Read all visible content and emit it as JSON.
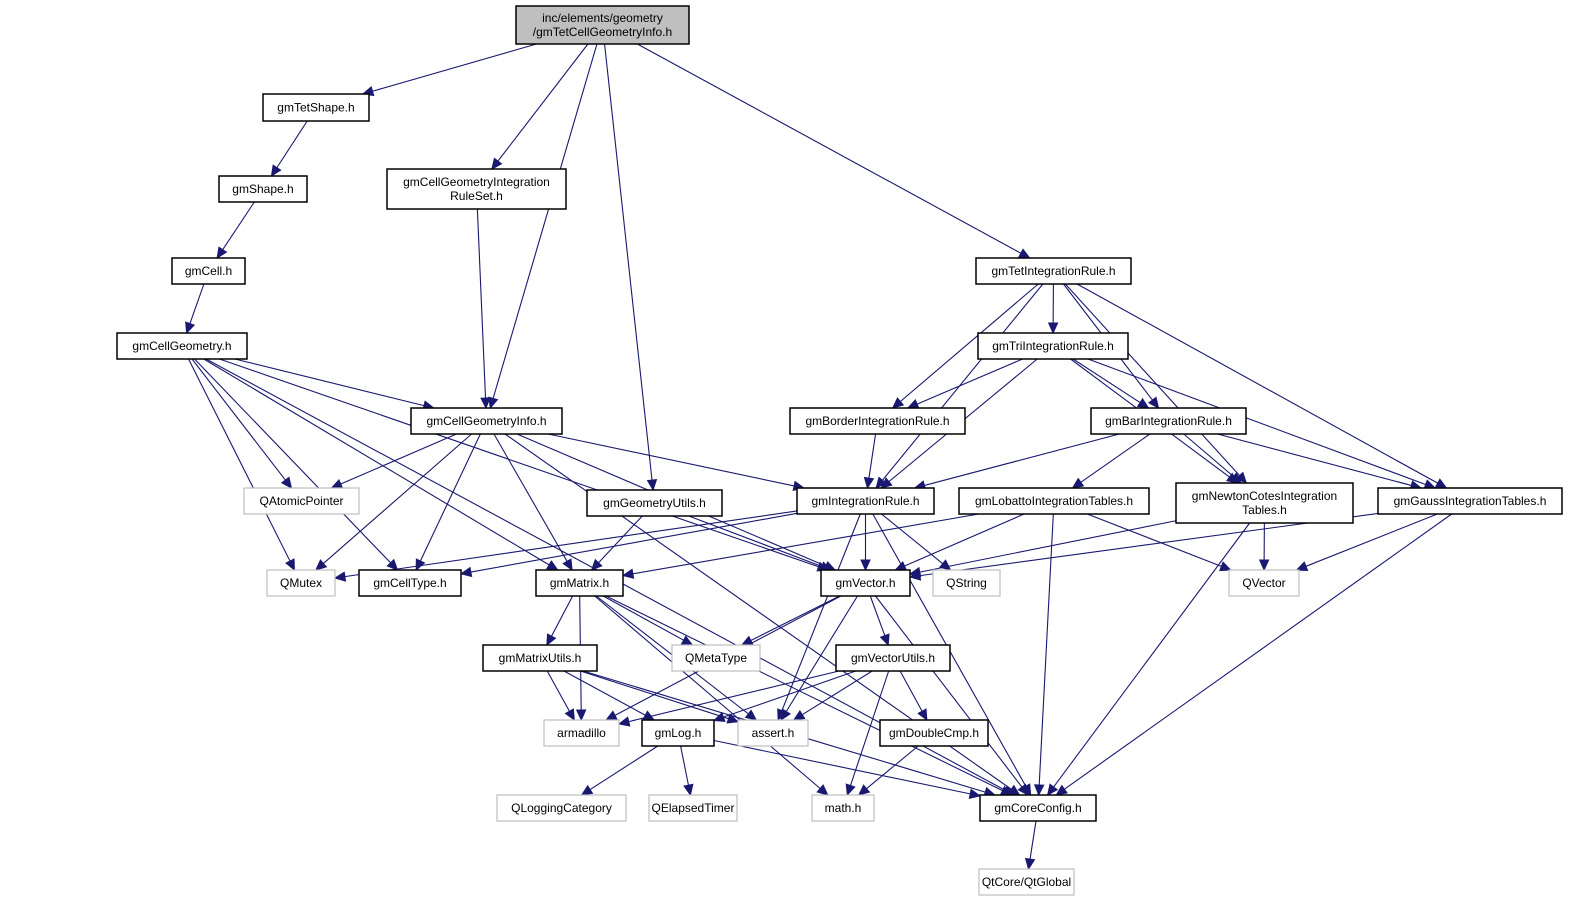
{
  "diagram": {
    "title": "Include dependency graph for gmTetCellGeometryInfo.h",
    "colors": {
      "edge": "#191970",
      "root_fill": "#bfbfbf",
      "node_border": "#000000",
      "external_border": "#bfbfbf",
      "background": "#ffffff"
    },
    "nodes": [
      {
        "id": "root",
        "lines": [
          "inc/elements/geometry",
          "/gmTetCellGeometryInfo.h"
        ],
        "kind": "root"
      },
      {
        "id": "tetshape",
        "lines": [
          "gmTetShape.h"
        ],
        "kind": "file"
      },
      {
        "id": "cgirs",
        "lines": [
          "gmCellGeometryIntegration",
          "RuleSet.h"
        ],
        "kind": "file"
      },
      {
        "id": "shape",
        "lines": [
          "gmShape.h"
        ],
        "kind": "file"
      },
      {
        "id": "cell",
        "lines": [
          "gmCell.h"
        ],
        "kind": "file"
      },
      {
        "id": "cellgeom",
        "lines": [
          "gmCellGeometry.h"
        ],
        "kind": "file"
      },
      {
        "id": "cgi",
        "lines": [
          "gmCellGeometryInfo.h"
        ],
        "kind": "file"
      },
      {
        "id": "qatomic",
        "lines": [
          "QAtomicPointer"
        ],
        "kind": "external"
      },
      {
        "id": "geomutils",
        "lines": [
          "gmGeometryUtils.h"
        ],
        "kind": "file"
      },
      {
        "id": "intrule",
        "lines": [
          "gmIntegrationRule.h"
        ],
        "kind": "file"
      },
      {
        "id": "lobatto",
        "lines": [
          "gmLobattoIntegrationTables.h"
        ],
        "kind": "file"
      },
      {
        "id": "newton",
        "lines": [
          "gmNewtonCotesIntegration",
          "Tables.h"
        ],
        "kind": "file"
      },
      {
        "id": "gauss",
        "lines": [
          "gmGaussIntegrationTables.h"
        ],
        "kind": "file"
      },
      {
        "id": "tetint",
        "lines": [
          "gmTetIntegrationRule.h"
        ],
        "kind": "file"
      },
      {
        "id": "triint",
        "lines": [
          "gmTriIntegrationRule.h"
        ],
        "kind": "file"
      },
      {
        "id": "borderint",
        "lines": [
          "gmBorderIntegrationRule.h"
        ],
        "kind": "file"
      },
      {
        "id": "barint",
        "lines": [
          "gmBarIntegrationRule.h"
        ],
        "kind": "file"
      },
      {
        "id": "qmutex",
        "lines": [
          "QMutex"
        ],
        "kind": "external"
      },
      {
        "id": "celltype",
        "lines": [
          "gmCellType.h"
        ],
        "kind": "file"
      },
      {
        "id": "matrix",
        "lines": [
          "gmMatrix.h"
        ],
        "kind": "file"
      },
      {
        "id": "vector",
        "lines": [
          "gmVector.h"
        ],
        "kind": "file"
      },
      {
        "id": "qstring",
        "lines": [
          "QString"
        ],
        "kind": "external"
      },
      {
        "id": "qvector",
        "lines": [
          "QVector"
        ],
        "kind": "external"
      },
      {
        "id": "matutils",
        "lines": [
          "gmMatrixUtils.h"
        ],
        "kind": "file"
      },
      {
        "id": "qmeta",
        "lines": [
          "QMetaType"
        ],
        "kind": "external"
      },
      {
        "id": "vecutils",
        "lines": [
          "gmVectorUtils.h"
        ],
        "kind": "file"
      },
      {
        "id": "armadillo",
        "lines": [
          "armadillo"
        ],
        "kind": "external"
      },
      {
        "id": "log",
        "lines": [
          "gmLog.h"
        ],
        "kind": "file"
      },
      {
        "id": "assert",
        "lines": [
          "assert.h"
        ],
        "kind": "external"
      },
      {
        "id": "dcmp",
        "lines": [
          "gmDoubleCmp.h"
        ],
        "kind": "file"
      },
      {
        "id": "qlogcat",
        "lines": [
          "QLoggingCategory"
        ],
        "kind": "external"
      },
      {
        "id": "qelapsed",
        "lines": [
          "QElapsedTimer"
        ],
        "kind": "external"
      },
      {
        "id": "math",
        "lines": [
          "math.h"
        ],
        "kind": "external"
      },
      {
        "id": "coreconfig",
        "lines": [
          "gmCoreConfig.h"
        ],
        "kind": "file"
      },
      {
        "id": "qtglobal",
        "lines": [
          "QtCore/QtGlobal"
        ],
        "kind": "external"
      }
    ],
    "edges": [
      [
        "root",
        "tetshape"
      ],
      [
        "root",
        "cgirs"
      ],
      [
        "root",
        "cgi"
      ],
      [
        "root",
        "geomutils"
      ],
      [
        "root",
        "tetint"
      ],
      [
        "tetshape",
        "shape"
      ],
      [
        "shape",
        "cell"
      ],
      [
        "cell",
        "cellgeom"
      ],
      [
        "cgirs",
        "cgi"
      ],
      [
        "cellgeom",
        "cgi"
      ],
      [
        "cellgeom",
        "qatomic"
      ],
      [
        "cellgeom",
        "qmutex"
      ],
      [
        "cellgeom",
        "celltype"
      ],
      [
        "cellgeom",
        "matrix"
      ],
      [
        "cellgeom",
        "vector"
      ],
      [
        "cellgeom",
        "coreconfig"
      ],
      [
        "cgi",
        "qatomic"
      ],
      [
        "cgi",
        "qmutex"
      ],
      [
        "cgi",
        "celltype"
      ],
      [
        "cgi",
        "matrix"
      ],
      [
        "cgi",
        "vector"
      ],
      [
        "cgi",
        "intrule"
      ],
      [
        "cgi",
        "coreconfig"
      ],
      [
        "geomutils",
        "matrix"
      ],
      [
        "geomutils",
        "vector"
      ],
      [
        "tetint",
        "triint"
      ],
      [
        "tetint",
        "borderint"
      ],
      [
        "tetint",
        "barint"
      ],
      [
        "tetint",
        "intrule"
      ],
      [
        "tetint",
        "newton"
      ],
      [
        "tetint",
        "gauss"
      ],
      [
        "triint",
        "borderint"
      ],
      [
        "triint",
        "barint"
      ],
      [
        "triint",
        "intrule"
      ],
      [
        "triint",
        "newton"
      ],
      [
        "triint",
        "gauss"
      ],
      [
        "borderint",
        "intrule"
      ],
      [
        "barint",
        "intrule"
      ],
      [
        "barint",
        "lobatto"
      ],
      [
        "barint",
        "newton"
      ],
      [
        "barint",
        "gauss"
      ],
      [
        "intrule",
        "vector"
      ],
      [
        "intrule",
        "qstring"
      ],
      [
        "intrule",
        "qmutex"
      ],
      [
        "intrule",
        "celltype"
      ],
      [
        "intrule",
        "assert"
      ],
      [
        "intrule",
        "coreconfig"
      ],
      [
        "lobatto",
        "vector"
      ],
      [
        "lobatto",
        "qvector"
      ],
      [
        "lobatto",
        "coreconfig"
      ],
      [
        "lobatto",
        "matrix"
      ],
      [
        "newton",
        "vector"
      ],
      [
        "newton",
        "qvector"
      ],
      [
        "newton",
        "coreconfig"
      ],
      [
        "gauss",
        "vector"
      ],
      [
        "gauss",
        "qvector"
      ],
      [
        "gauss",
        "coreconfig"
      ],
      [
        "matrix",
        "matutils"
      ],
      [
        "matrix",
        "qmeta"
      ],
      [
        "matrix",
        "armadillo"
      ],
      [
        "matrix",
        "assert"
      ],
      [
        "matrix",
        "coreconfig"
      ],
      [
        "matrix",
        "math"
      ],
      [
        "vector",
        "qmeta"
      ],
      [
        "vector",
        "vecutils"
      ],
      [
        "vector",
        "armadillo"
      ],
      [
        "vector",
        "assert"
      ],
      [
        "vector",
        "coreconfig"
      ],
      [
        "matutils",
        "armadillo"
      ],
      [
        "matutils",
        "log"
      ],
      [
        "matutils",
        "assert"
      ],
      [
        "matutils",
        "coreconfig"
      ],
      [
        "vecutils",
        "armadillo"
      ],
      [
        "vecutils",
        "log"
      ],
      [
        "vecutils",
        "assert"
      ],
      [
        "vecutils",
        "dcmp"
      ],
      [
        "vecutils",
        "math"
      ],
      [
        "log",
        "qlogcat"
      ],
      [
        "log",
        "qelapsed"
      ],
      [
        "log",
        "coreconfig"
      ],
      [
        "dcmp",
        "math"
      ],
      [
        "coreconfig",
        "qtglobal"
      ]
    ]
  }
}
